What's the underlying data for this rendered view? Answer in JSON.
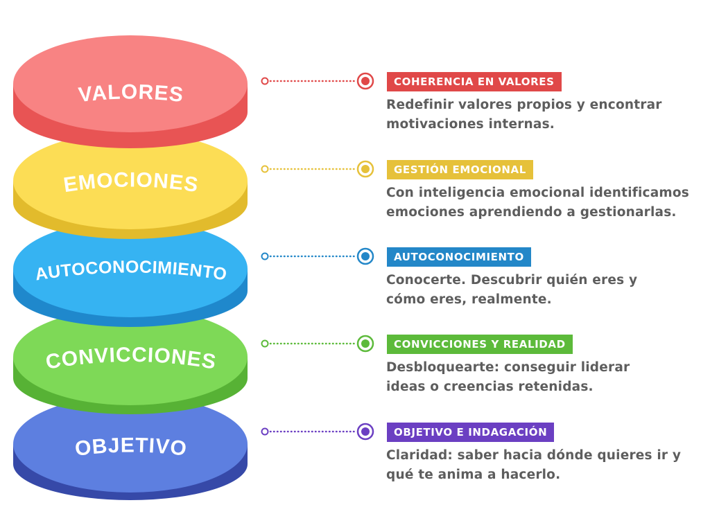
{
  "levels": [
    {
      "label": "VALORES",
      "title": "COHERENCIA EN VALORES",
      "lines": [
        "Redefinir valores propios y encontrar",
        "motivaciones internas."
      ],
      "top": "#f88383",
      "side": "#e85454",
      "accent": "#e04848"
    },
    {
      "label": "EMOCIONES",
      "title": "GESTIÓN EMOCIONAL",
      "lines": [
        "Con inteligencia emocional identificamos",
        "emociones aprendiendo a gestionarlas."
      ],
      "top": "#fcdd55",
      "side": "#e2bb2c",
      "accent": "#e6c13a"
    },
    {
      "label": "AUTOCONOCIMIENTO",
      "title": "AUTOCONOCIMIENTO",
      "lines": [
        "Conocerte. Descubrir quién eres y",
        "cómo eres, realmente."
      ],
      "top": "#36b3f2",
      "side": "#1f88cc",
      "accent": "#2387c8"
    },
    {
      "label": "CONVICCIONES",
      "title": "CONVICCIONES Y REALIDAD",
      "lines": [
        "Desbloquearte: conseguir liderar",
        "ideas o creencias retenidas."
      ],
      "top": "#7ed957",
      "side": "#57b235",
      "accent": "#5cba3a"
    },
    {
      "label": "OBJETIVO",
      "title": "OBJETIVO E INDAGACIÓN",
      "lines": [
        "Claridad: saber hacia dónde quieres ir y",
        "qué te anima a hacerlo."
      ],
      "top": "#5d7fe0",
      "side": "#3649a8",
      "accent": "#6b3fc2"
    }
  ]
}
